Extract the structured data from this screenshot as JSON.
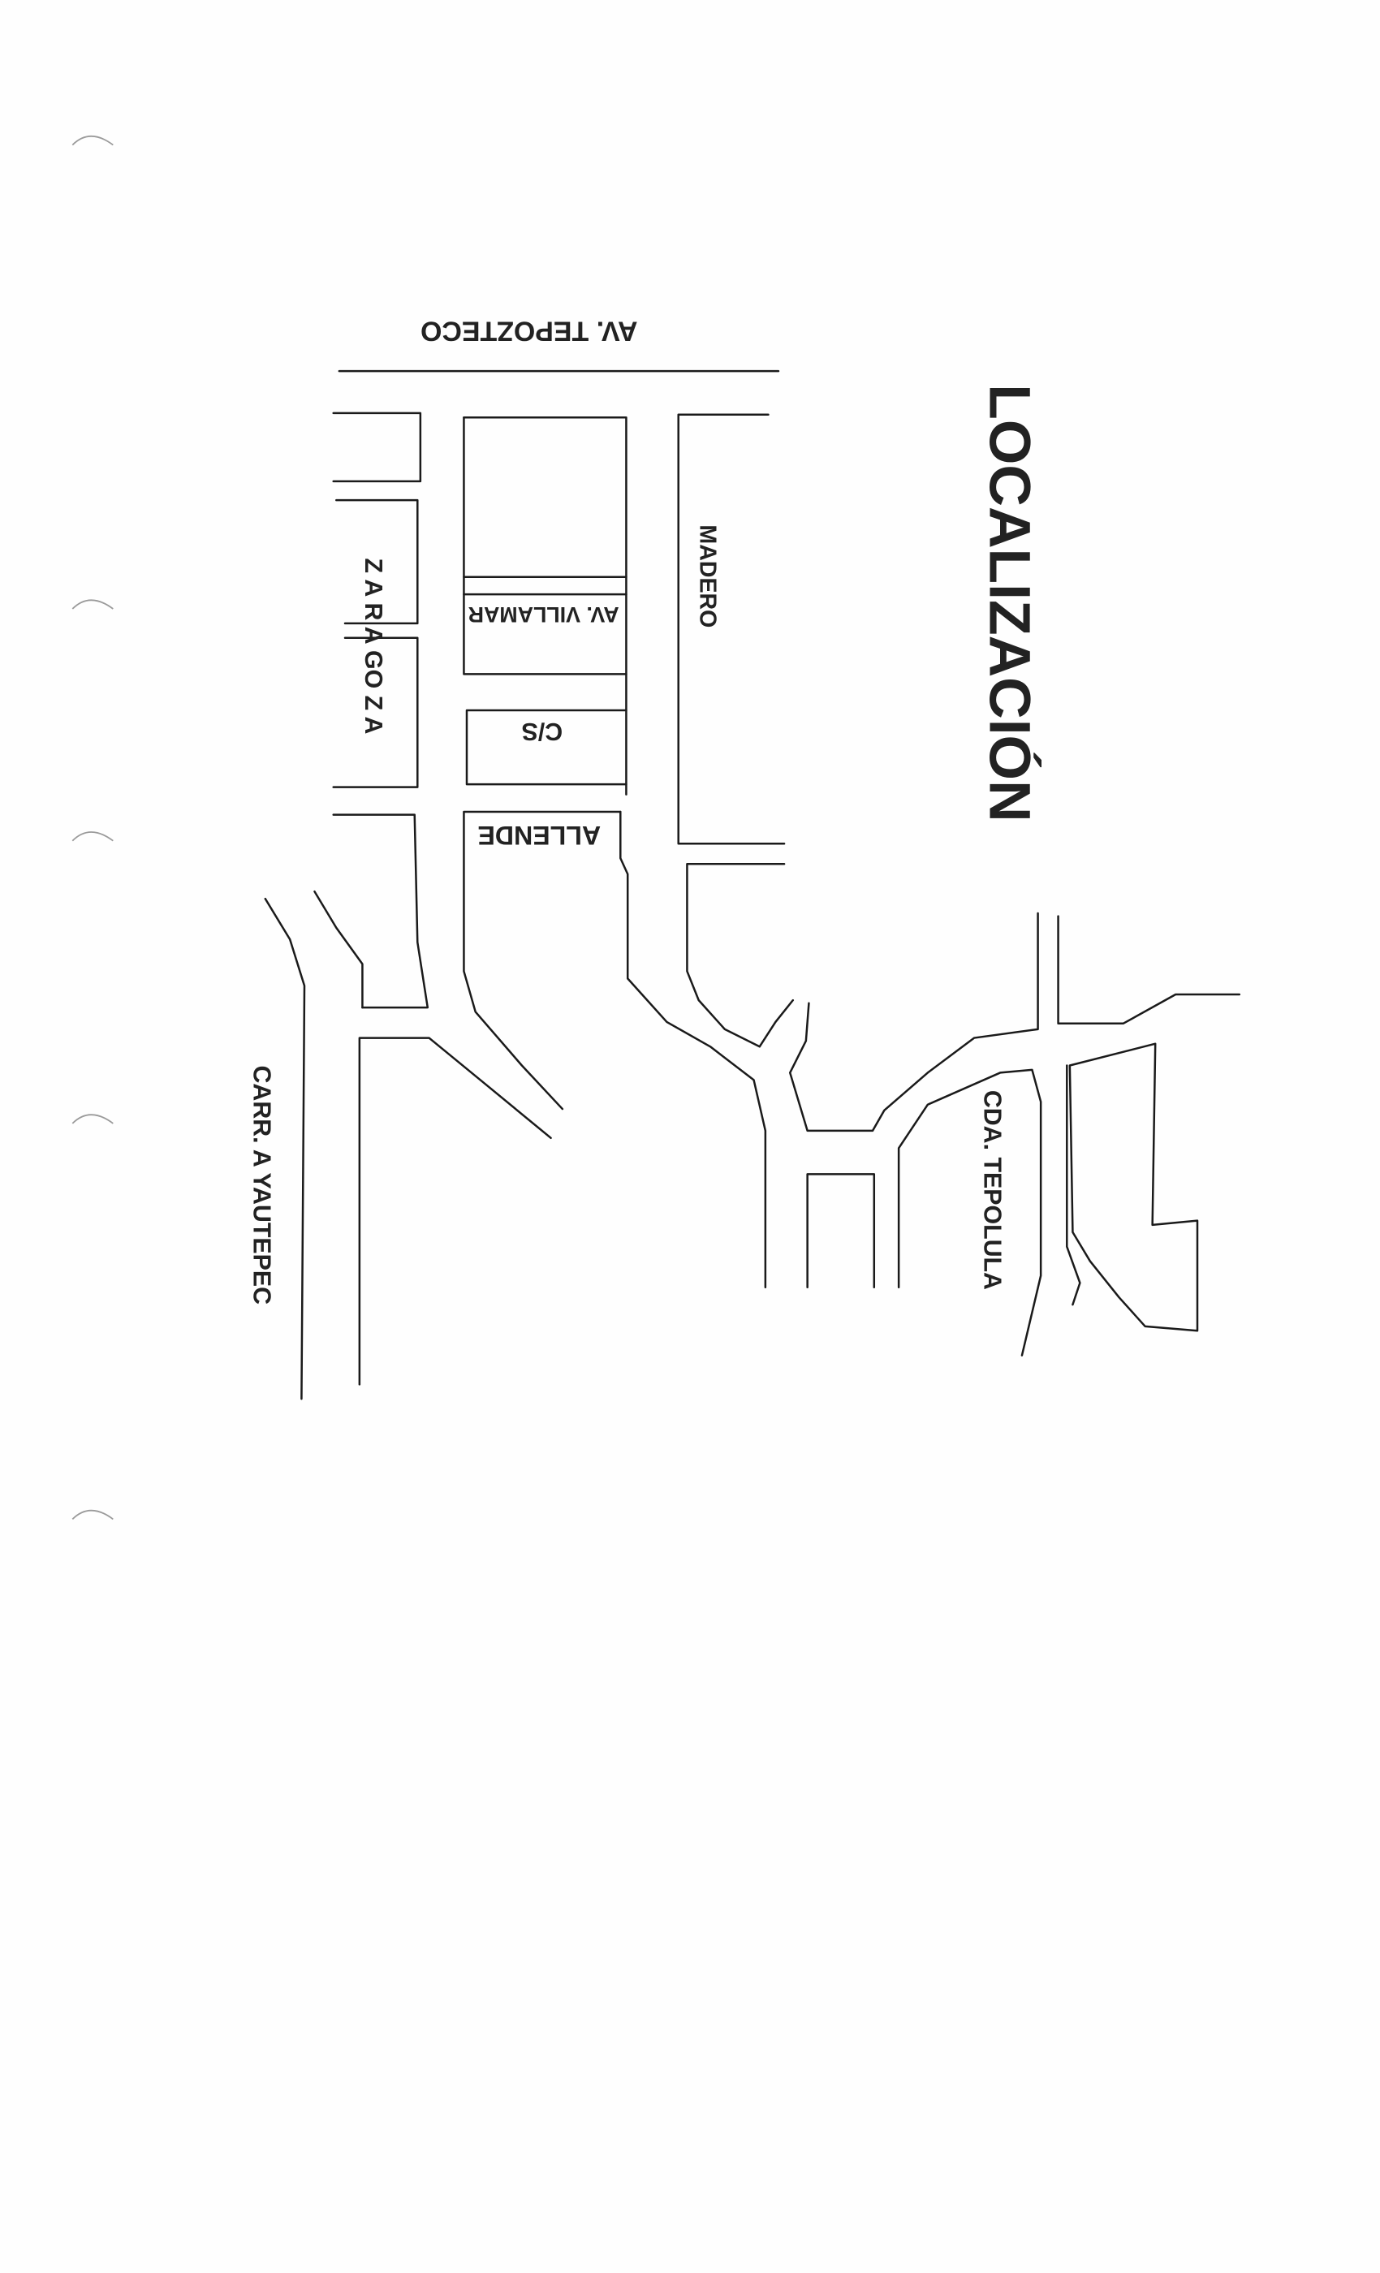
{
  "title": "LOCALIZACIÓN",
  "streets": {
    "tepozteco": "AV. TEPOZTECO",
    "villamar": "AV. VILLAMAR",
    "cs": "C/S",
    "allende": "ALLENDE",
    "madero": "MADERO",
    "zaragoza": "Z A R A GO Z A",
    "yautepec": "CARR. A YAUTEPEC",
    "tepolula": "CDA. TEPOLULA"
  },
  "colors": {
    "ink": "#1a1a1a",
    "paper": "#fefefe"
  }
}
